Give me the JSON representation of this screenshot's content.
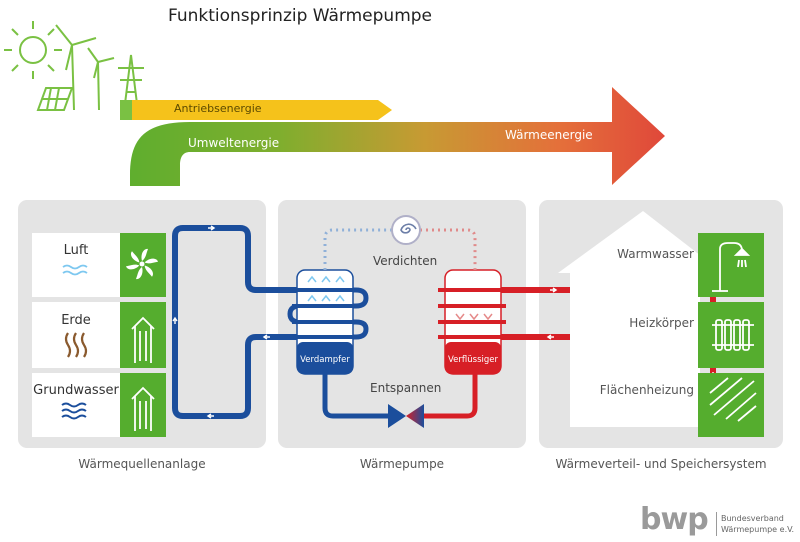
{
  "title": "Funktionsprinzip Wärmepumpe",
  "energy": {
    "drive": "Antriebsenergie",
    "environment": "Umweltenergie",
    "heat": "Wärmeenergie"
  },
  "sections": {
    "source": "Wärmequellenanlage",
    "heatpump": "Wärmepumpe",
    "distribution": "Wärmeverteil- und Speichersystem"
  },
  "sources": [
    {
      "label": "Luft",
      "icon": "fan-icon"
    },
    {
      "label": "Erde",
      "icon": "ground-probe-icon"
    },
    {
      "label": "Grundwasser",
      "icon": "well-icon"
    }
  ],
  "heatpump": {
    "compress": "Verdichten",
    "expand": "Entspannen",
    "evaporator": "Verdampfer",
    "condenser": "Verflüssiger"
  },
  "distribution": [
    {
      "label": "Warmwasser",
      "icon": "shower-icon"
    },
    {
      "label": "Heizkörper",
      "icon": "radiator-icon"
    },
    {
      "label": "Flächenheizung",
      "icon": "floor-heating-icon"
    }
  ],
  "logo": {
    "mark": "bwp",
    "line1": "Bundesverband",
    "line2": "Wärmepumpe e.V."
  },
  "colors": {
    "green": "#55ad2e",
    "blue": "#1b4e9c",
    "red": "#d71f26",
    "yellow": "#f5c21b",
    "panel": "#e4e4e4"
  }
}
